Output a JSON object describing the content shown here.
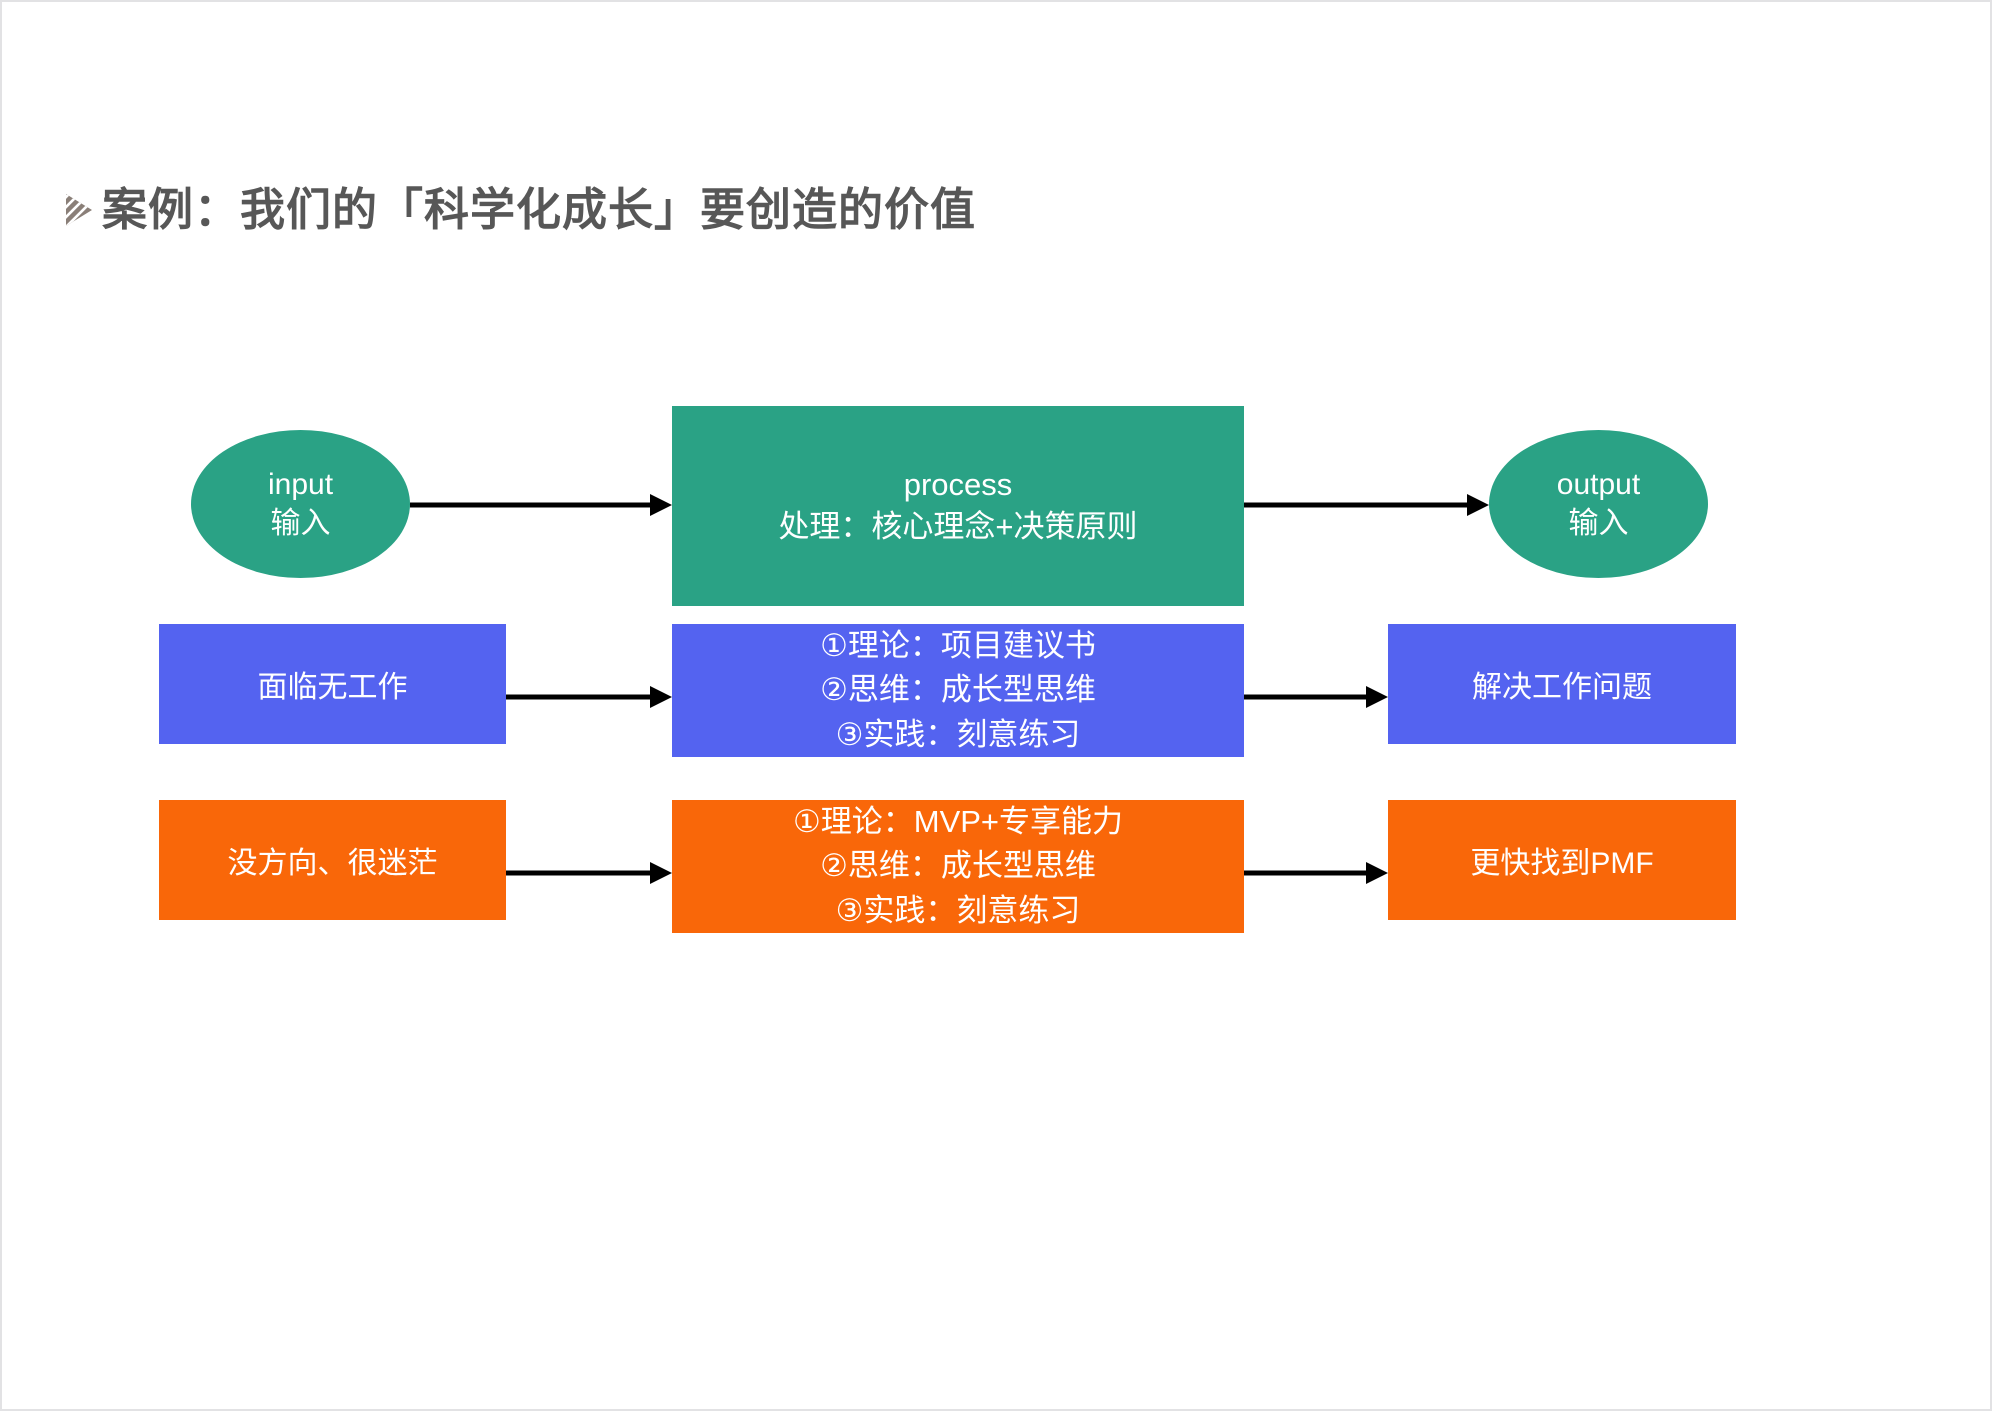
{
  "slide": {
    "title": "案例：我们的「科学化成长」要创造的价值",
    "title_icon": "striped-triangle-icon",
    "title_color": "#575757",
    "background": "#ffffff",
    "border_color": "#e2e2e4"
  },
  "palette": {
    "green": "#2aa285",
    "blue": "#5463f0",
    "orange": "#f96709",
    "arrow": "#000000",
    "node_text": "#ffffff"
  },
  "diagram": {
    "type": "flow",
    "rows": [
      {
        "name": "framework-row",
        "color": "#2aa285",
        "input": {
          "line1": "input",
          "line2": "输入",
          "shape": "ellipse"
        },
        "process": {
          "line1": "process",
          "line2": "处理：核心理念+决策原则",
          "shape": "rect"
        },
        "output": {
          "line1": "output",
          "line2": "输入",
          "shape": "ellipse"
        }
      },
      {
        "name": "blue-row",
        "color": "#5463f0",
        "input": {
          "line1": "面临无工作",
          "shape": "rect"
        },
        "process": {
          "line1": "①理论：项目建议书",
          "line2": "②思维：成长型思维",
          "line3": "③实践：刻意练习",
          "shape": "rect"
        },
        "output": {
          "line1": "解决工作问题",
          "shape": "rect"
        }
      },
      {
        "name": "orange-row",
        "color": "#f96709",
        "input": {
          "line1": "没方向、很迷茫",
          "shape": "rect"
        },
        "process": {
          "line1": "①理论：MVP+专享能力",
          "line2": "②思维：成长型思维",
          "line3": "③实践：刻意练习",
          "shape": "rect"
        },
        "output": {
          "line1": "更快找到PMF",
          "shape": "rect"
        }
      }
    ],
    "arrows": [
      {
        "name": "input-to-process",
        "direction": "right"
      },
      {
        "name": "process-to-output",
        "direction": "right"
      },
      {
        "name": "blue-input-to-process",
        "direction": "right"
      },
      {
        "name": "blue-process-to-output",
        "direction": "right"
      },
      {
        "name": "orange-input-to-process",
        "direction": "right"
      },
      {
        "name": "orange-process-to-output",
        "direction": "right"
      }
    ]
  }
}
